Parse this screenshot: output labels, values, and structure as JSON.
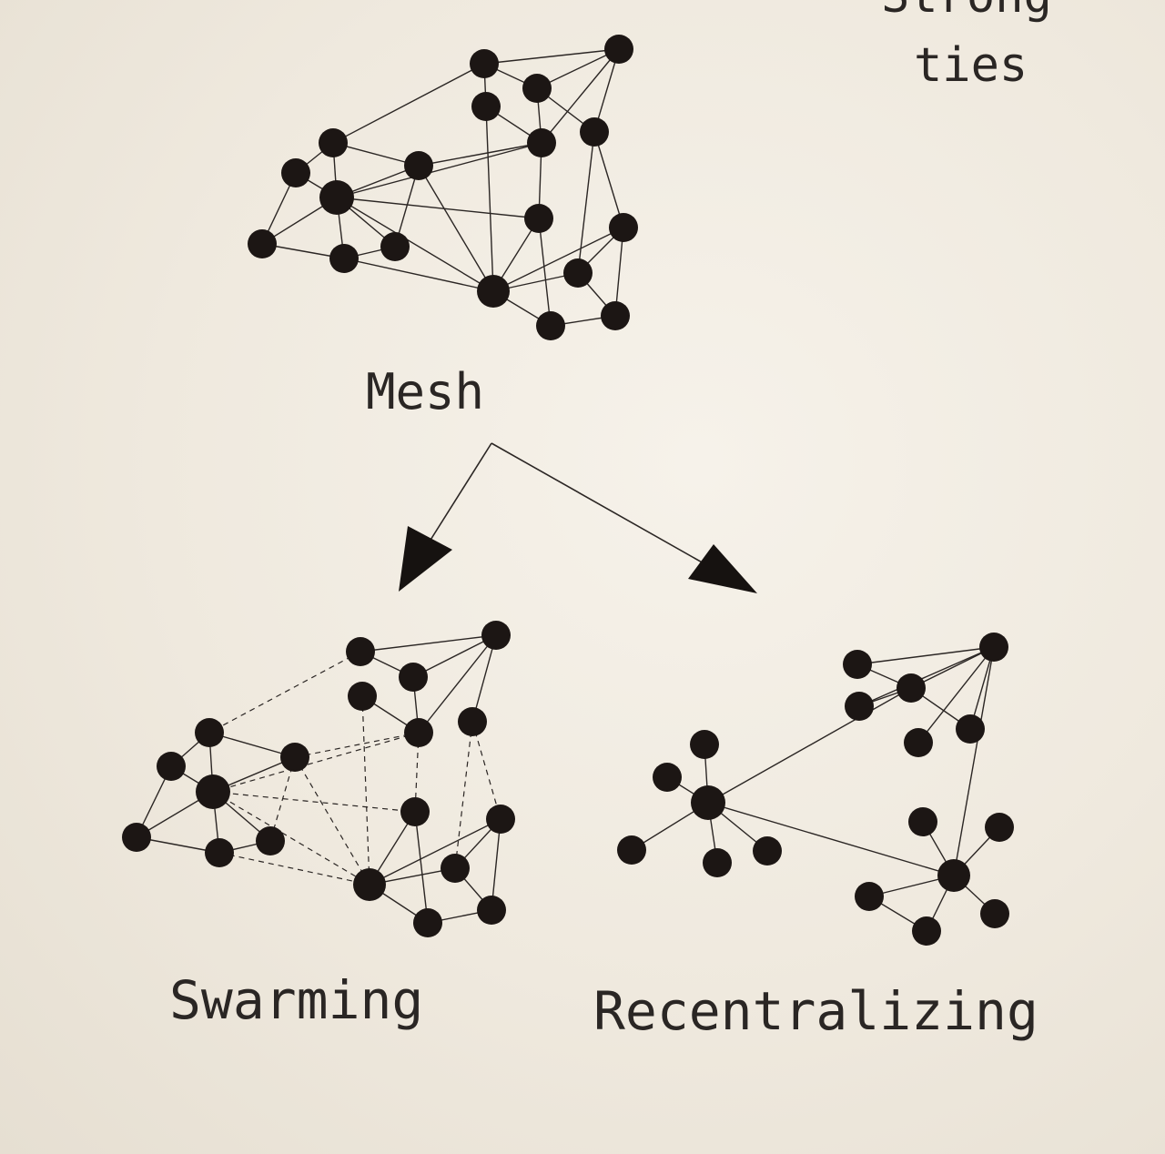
{
  "labels": {
    "strong": "Strong",
    "ties": "ties",
    "mesh": "Mesh",
    "swarming": "Swarming",
    "recentralizing": "Recentralizing"
  },
  "colors": {
    "node": "#1c1614",
    "edge": "#2b2624",
    "background": "#f1ece2",
    "text": "#2a2624"
  }
}
